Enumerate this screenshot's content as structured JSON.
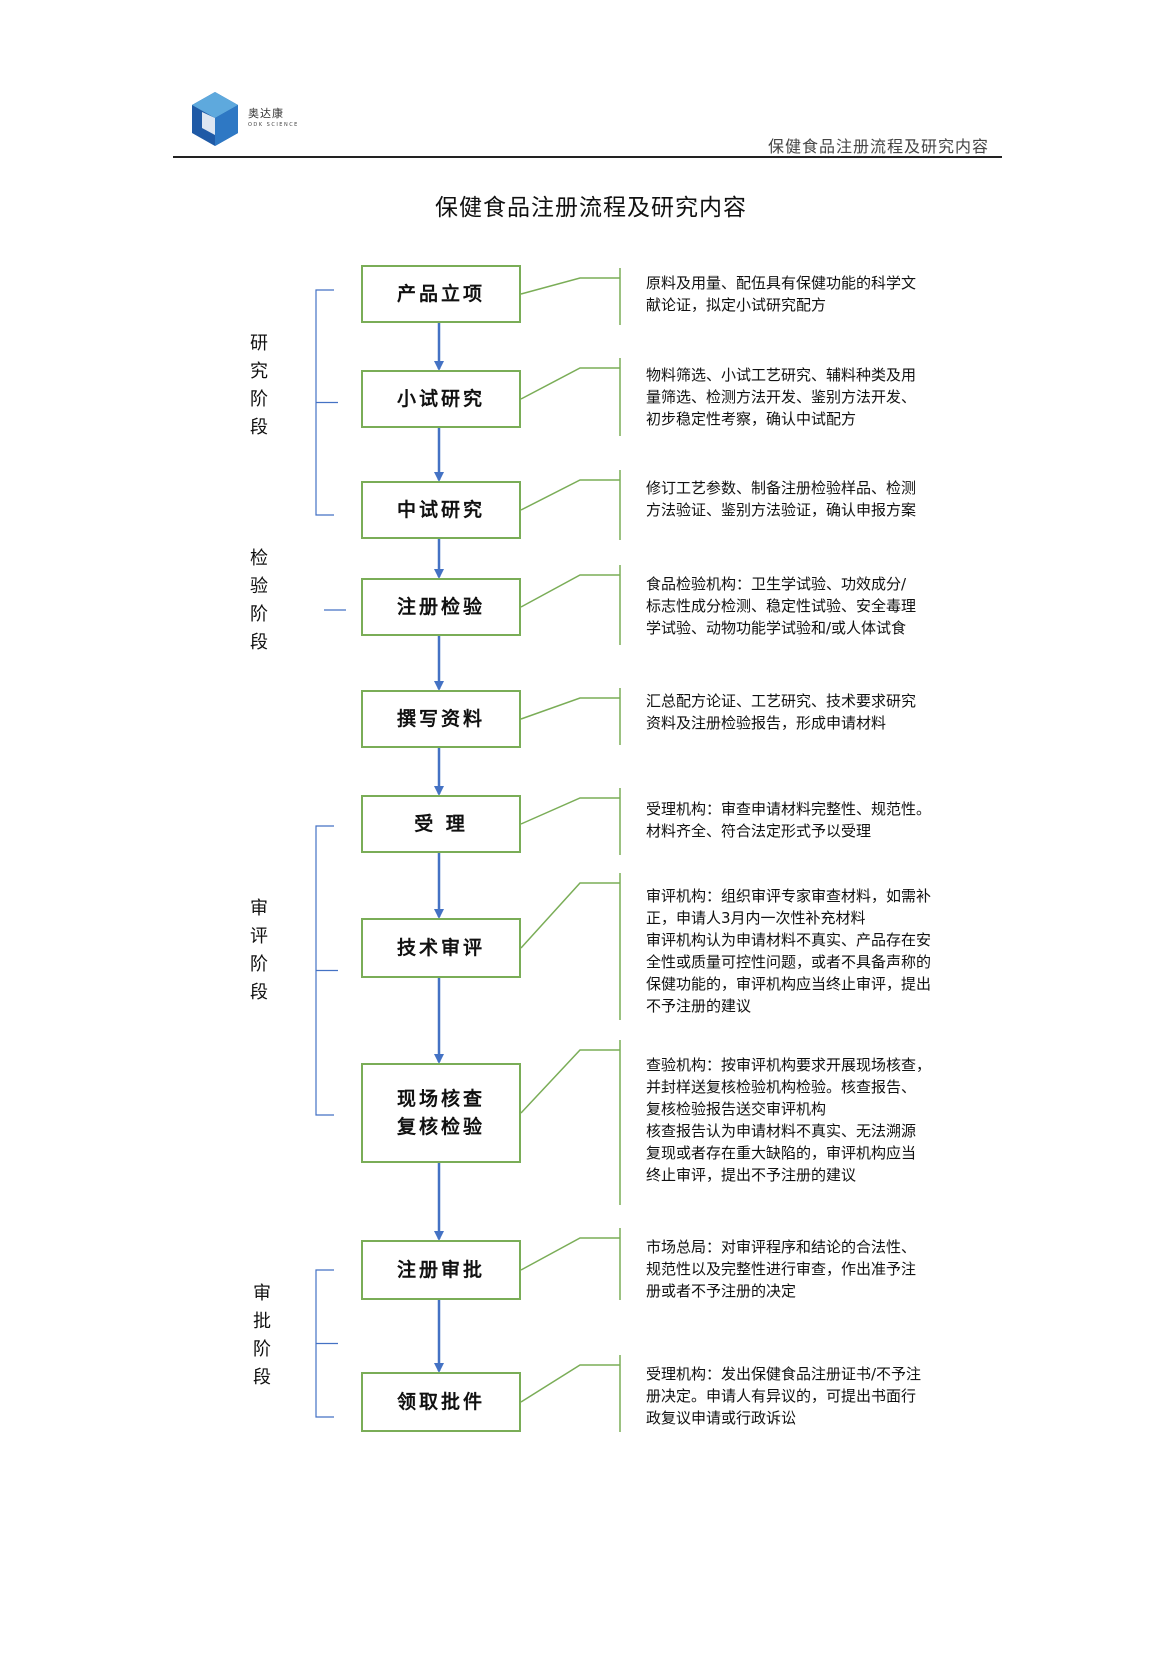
{
  "header": {
    "logo_cn": "奥达康",
    "logo_en": "ODK SCIENCE",
    "running_title": "保健食品注册流程及研究内容"
  },
  "doc_title": "保健食品注册流程及研究内容",
  "steps": [
    {
      "label": "产品立项"
    },
    {
      "label": "小试研究"
    },
    {
      "label": "中试研究"
    },
    {
      "label": "注册检验"
    },
    {
      "label": "撰写资料"
    },
    {
      "label": "受 理"
    },
    {
      "label": "技术审评"
    },
    {
      "label": "现场核查\n复核检验"
    },
    {
      "label": "注册审批"
    },
    {
      "label": "领取批件"
    }
  ],
  "descriptions": [
    [
      "原料及用量、配伍具有保健功能的科学文",
      "献论证，拟定小试研究配方"
    ],
    [
      "物料筛选、小试工艺研究、辅料种类及用",
      "量筛选、检测方法开发、鉴别方法开发、",
      "初步稳定性考察，确认中试配方"
    ],
    [
      "修订工艺参数、制备注册检验样品、检测",
      "方法验证、鉴别方法验证，确认申报方案"
    ],
    [
      "食品检验机构：卫生学试验、功效成分/",
      "标志性成分检测、稳定性试验、安全毒理",
      "学试验、动物功能学试验和/或人体试食"
    ],
    [
      "汇总配方论证、工艺研究、技术要求研究",
      "资料及注册检验报告，形成申请材料"
    ],
    [
      "受理机构：审查申请材料完整性、规范性。",
      "材料齐全、符合法定形式予以受理"
    ],
    [
      "审评机构：组织审评专家审查材料，如需补",
      "正，申请人3月内一次性补充材料",
      "审评机构认为申请材料不真实、产品存在安",
      "全性或质量可控性问题，或者不具备声称的",
      "保健功能的，审评机构应当终止审评，提出",
      "不予注册的建议"
    ],
    [
      "查验机构：按审评机构要求开展现场核查，",
      "并封样送复核检验机构检验。核查报告、",
      "复核检验报告送交审评机构",
      "核查报告认为申请材料不真实、无法溯源",
      "复现或者存在重大缺陷的，审评机构应当",
      "终止审评，提出不予注册的建议"
    ],
    [
      "市场总局：对审评程序和结论的合法性、",
      "规范性以及完整性进行审查，作出准予注",
      "册或者不予注册的决定"
    ],
    [
      "受理机构：发出保健食品注册证书/不予注",
      "册决定。申请人有异议的，可提出书面行",
      "政复议申请或行政诉讼"
    ]
  ],
  "stages": [
    {
      "label": "研究阶段"
    },
    {
      "label": "检验阶段"
    },
    {
      "label": "审评阶段"
    },
    {
      "label": "审批阶段"
    }
  ],
  "colors": {
    "box_border": "#7aad57",
    "arrow": "#4472c4",
    "bracket": "#4472c4",
    "logo_dark": "#1f5aa6",
    "logo_light": "#5ea9dd"
  }
}
